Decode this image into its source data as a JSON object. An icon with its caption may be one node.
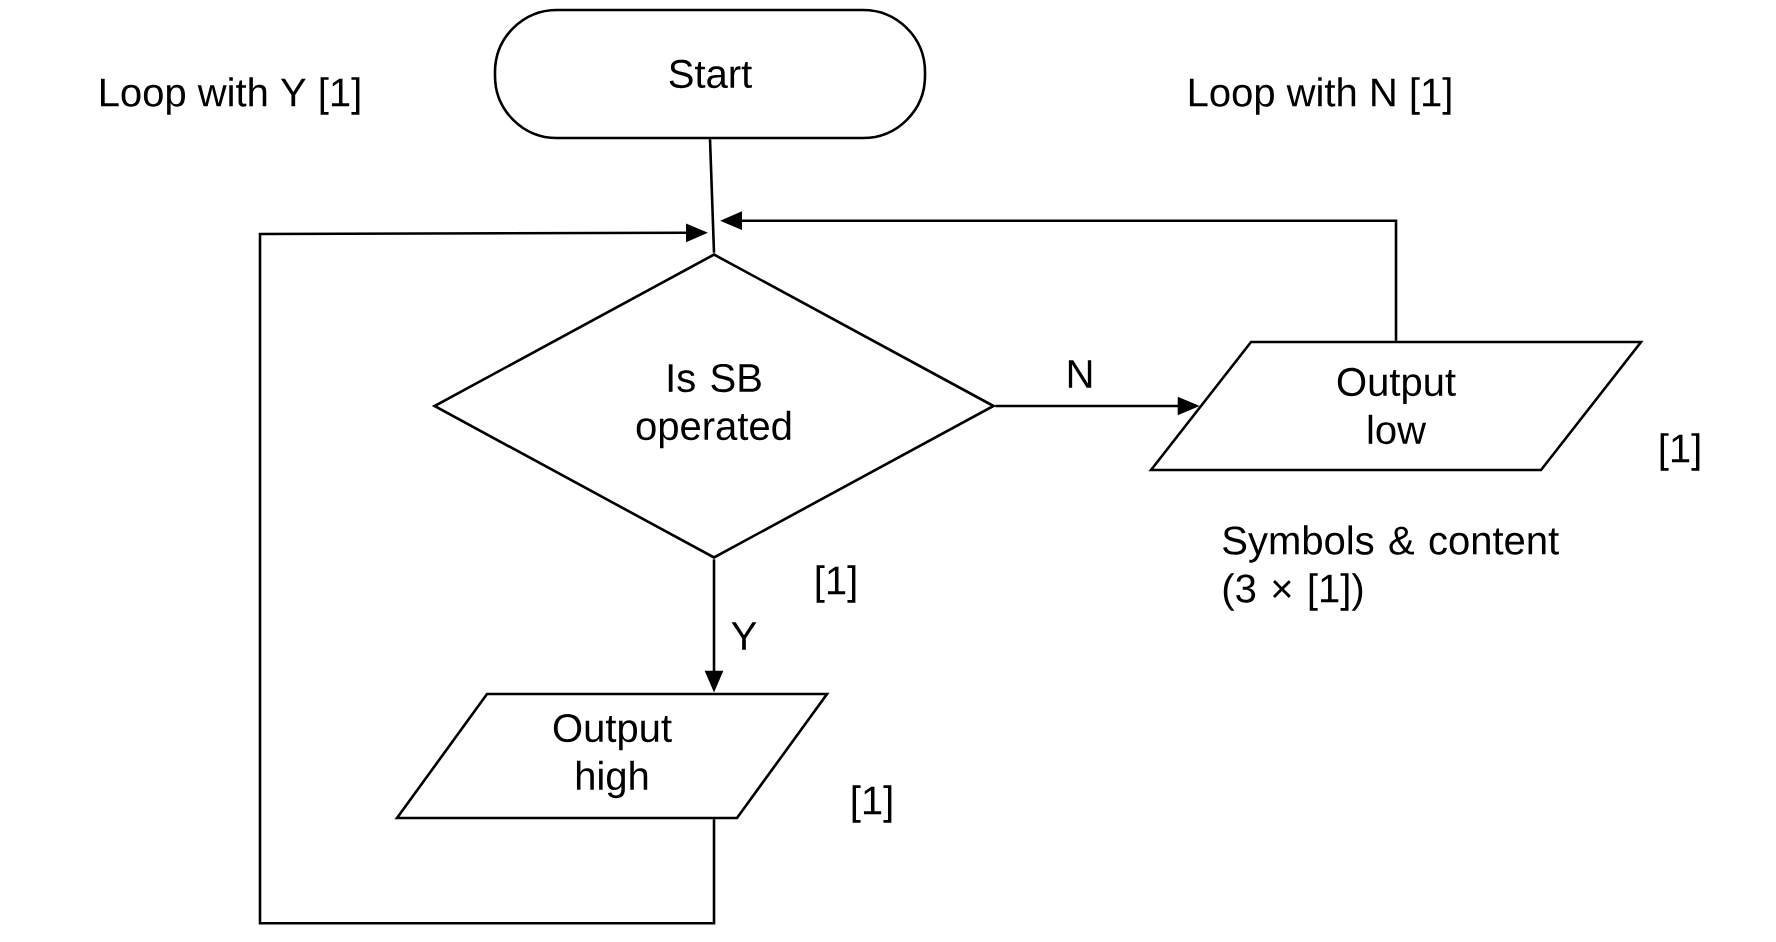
{
  "diagram": {
    "nodes": [
      {
        "text": [
          "Start"
        ]
      },
      {
        "text": [
          "Is SB operated"
        ],
        "beside": [
          "[1]"
        ]
      },
      {
        "text": [
          "Output low"
        ],
        "beside": [
          "[1]"
        ]
      },
      {
        "text": [
          "Output high"
        ],
        "beside": [
          "[1]"
        ]
      }
    ],
    "edges": [
      {
        "from": 0,
        "to": 1,
        "arrow": "none"
      },
      {
        "from": 1,
        "to": 2,
        "arrow": "to",
        "label": "N"
      },
      {
        "from": 1,
        "to": 3,
        "arrow": "to",
        "label": "Y"
      },
      {
        "from": 3,
        "to": 1,
        "arrow": "to"
      },
      {
        "from": 2,
        "to": 1,
        "arrow": "to"
      }
    ],
    "labels": [
      "Loop with Y [1]",
      "Loop with N [1]",
      "Symbols & content (3 × [1])"
    ]
  }
}
